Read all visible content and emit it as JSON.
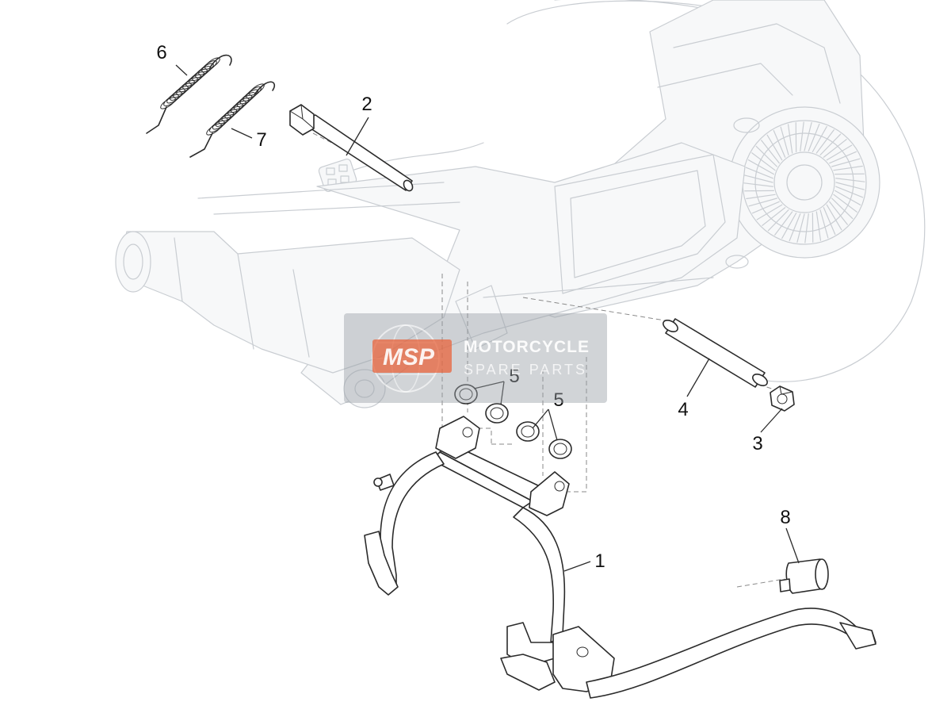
{
  "diagram": {
    "callouts": [
      {
        "id": "1",
        "label": "1"
      },
      {
        "id": "2",
        "label": "2"
      },
      {
        "id": "3",
        "label": "3"
      },
      {
        "id": "4",
        "label": "4"
      },
      {
        "id": "5a",
        "label": "5"
      },
      {
        "id": "5b",
        "label": "5"
      },
      {
        "id": "6",
        "label": "6"
      },
      {
        "id": "7",
        "label": "7"
      },
      {
        "id": "8",
        "label": "8"
      }
    ]
  },
  "watermark": {
    "logo_text": "MSP",
    "title": "MOTORCYCLE",
    "subtitle": "SPARE PARTS",
    "colors": {
      "logo": "#e8643c",
      "box": "#9aa0a6"
    }
  }
}
